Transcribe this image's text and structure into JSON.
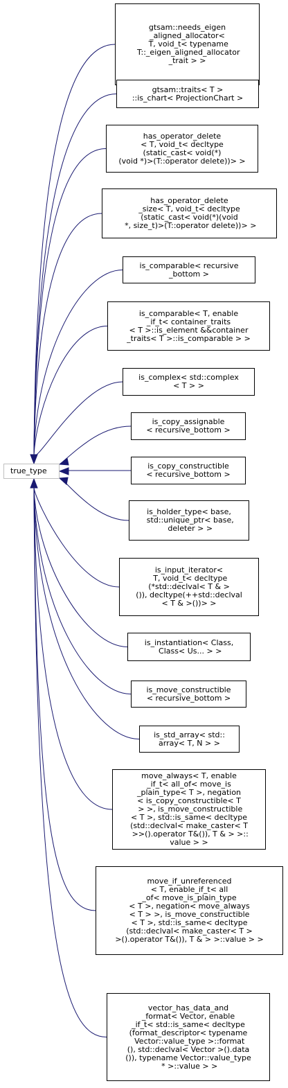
{
  "base_class": {
    "label": "true_type"
  },
  "colors": {
    "edge": "#191970",
    "node_border": "#000000",
    "base_border": "#bfbfbf"
  },
  "derived_classes": [
    {
      "label": "gtsam::needs_eigen\n_aligned_allocator<\n T, void_t< typename\n T::_eigen_aligned_allocator\n_trait > >"
    },
    {
      "label": "gtsam::traits< T >\n::is_chart< ProjectionChart >"
    },
    {
      "label": "has_operator_delete\n< T, void_t< decltype\n(static_cast< void(*)\n(void *)>(T::operator delete))> >"
    },
    {
      "label": "has_operator_delete\n_size< T, void_t< decltype\n(static_cast< void(*)(void\n *, size_t)>(T::operator delete))> >"
    },
    {
      "label": "is_comparable< recursive\n_bottom >"
    },
    {
      "label": "is_comparable< T, enable\n_if_t< container_traits\n< T >::is_element &&container\n_traits< T >::is_comparable > >"
    },
    {
      "label": "is_complex< std::complex\n< T > >"
    },
    {
      "label": "is_copy_assignable\n< recursive_bottom >"
    },
    {
      "label": "is_copy_constructible\n< recursive_bottom >"
    },
    {
      "label": "is_holder_type< base,\n std::unique_ptr< base,\n deleter > >"
    },
    {
      "label": "is_input_iterator<\n T, void_t< decltype\n(*std::declval< T & >\n()), decltype(++std::declval\n< T & >())> >"
    },
    {
      "label": "is_instantiation< Class,\n Class< Us... > >"
    },
    {
      "label": "is_move_constructible\n< recursive_bottom >"
    },
    {
      "label": "is_std_array< std::\narray< T, N > >"
    },
    {
      "label": "move_always< T, enable\n_if_t< all_of< move_is\n_plain_type< T >, negation\n< is_copy_constructible< T\n > >, is_move_constructible\n< T >, std::is_same< decltype\n(std::declval< make_caster< T\n >>().operator T&()), T & > >::\nvalue > >"
    },
    {
      "label": "move_if_unreferenced\n< T, enable_if_t< all\n_of< move_is_plain_type\n< T >, negation< move_always\n< T > >, is_move_constructible\n< T >, std::is_same< decltype\n(std::declval< make_caster< T >\n>().operator T&()), T & > >::value > >"
    },
    {
      "label": "vector_has_data_and\n_format< Vector, enable\n_if_t< std::is_same< decltype\n(format_descriptor< typename\n Vector::value_type >::format\n(), std::declval< Vector >().data\n()), typename Vector::value_type\n * >::value > >"
    }
  ]
}
